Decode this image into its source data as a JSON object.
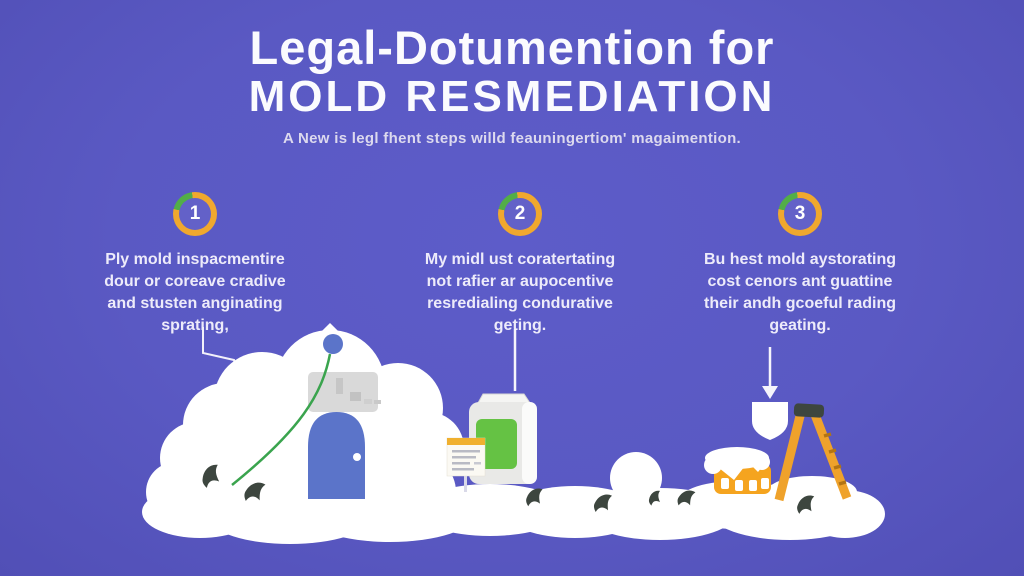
{
  "header": {
    "title_line1": "Legal-Dotumention for",
    "title_line2": "MOLD RESMEDIATION",
    "subtitle": "A New is legl fhent steps willd feauningertiom' magaimention."
  },
  "steps": [
    {
      "number": "1",
      "lines": [
        "Ply mold inspacmentire",
        "dour or coreave cradive",
        "and stusten anginating",
        "sprating,"
      ]
    },
    {
      "number": "2",
      "lines": [
        "My midl ust coratertating",
        "not rafier ar aupocentive",
        "resredialing condurative",
        "geting."
      ]
    },
    {
      "number": "3",
      "lines": [
        "Bu hest mold aystorating",
        "cost cenors ant guattine",
        "their andh gcoeful rading",
        "geating."
      ]
    }
  ],
  "illustration": {
    "elements": [
      "cloud-ground",
      "house",
      "window",
      "door",
      "roof-dot",
      "inspection-trail",
      "mold-spots",
      "product-package",
      "checklist-note",
      "down-arrow",
      "shield",
      "toolbox",
      "ladder"
    ]
  },
  "colors": {
    "background": "#5a59c3",
    "ring_orange": "#f0a82e",
    "ring_green": "#52ae48",
    "door_blue": "#5b74c9",
    "label_green": "#65c244",
    "note_header_orange": "#f0b02f",
    "toolbox_orange": "#f5a41f",
    "ladder_orange": "#efa22b",
    "mold_dark": "#3d463f",
    "cloud_white": "#ffffff"
  }
}
